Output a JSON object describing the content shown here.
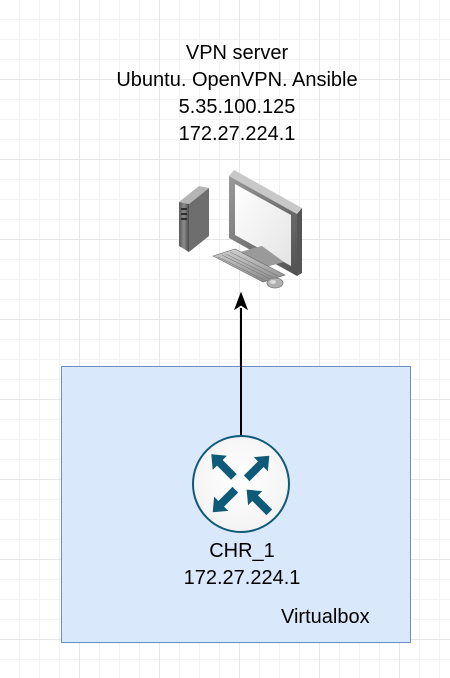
{
  "diagram": {
    "server": {
      "lines": [
        "VPN server",
        "Ubuntu. OpenVPN. Ansible",
        "5.35.100.125",
        "172.27.224.1"
      ],
      "icon": "desktop-computer-icon"
    },
    "router": {
      "name": "CHR_1",
      "ip": "172.27.224.1",
      "icon": "router-icon"
    },
    "container": {
      "label": "Virtualbox"
    },
    "connection": {
      "from": "CHR_1",
      "to": "VPN server"
    },
    "colors": {
      "container_fill": "#dae8fc",
      "container_stroke": "#6c8ebf",
      "router_arrows": "#0e5a78",
      "edge": "#000000"
    }
  }
}
